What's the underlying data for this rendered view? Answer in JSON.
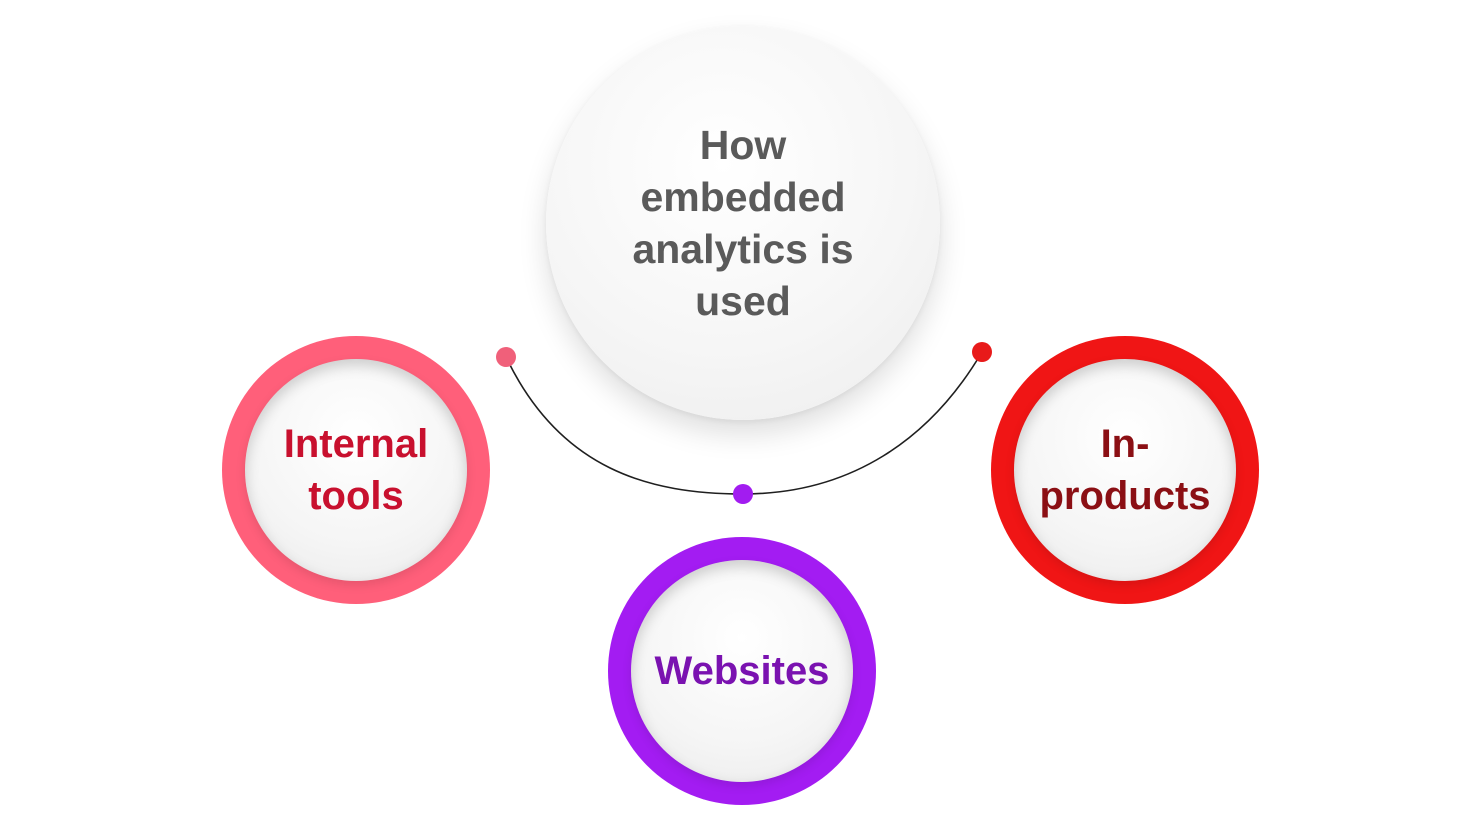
{
  "hub": {
    "label": "How embedded analytics is used"
  },
  "nodes": [
    {
      "id": "internal",
      "label": "Internal tools",
      "ring_color": "#ff5f7a",
      "text_color": "#c8102e"
    },
    {
      "id": "websites",
      "label": "Websites",
      "ring_color": "#a31cf2",
      "text_color": "#7a12b0"
    },
    {
      "id": "inproducts",
      "label": "In-products",
      "ring_color": "#f01515",
      "text_color": "#8b0f14"
    }
  ],
  "connector": {
    "line_color": "#1f1f1f",
    "dot_colors": [
      "#f0607a",
      "#a21cf0",
      "#e81a1a"
    ]
  }
}
